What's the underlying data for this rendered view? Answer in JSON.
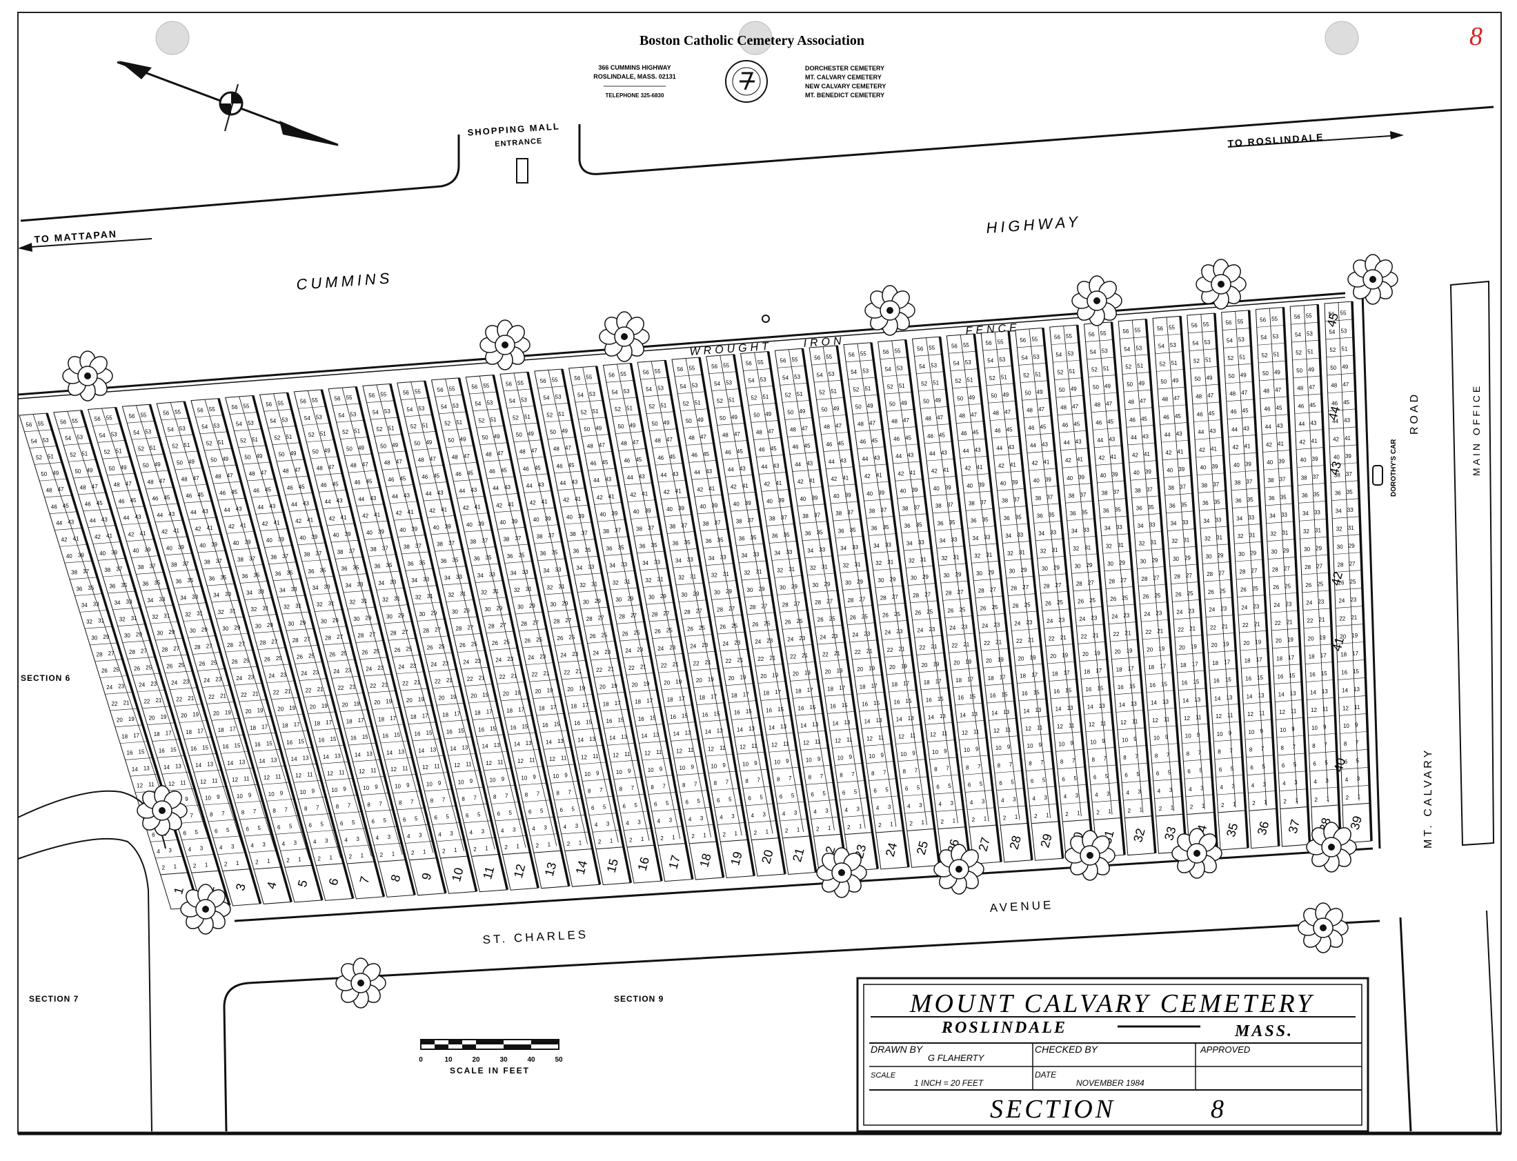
{
  "page_number_mark": "8",
  "letterhead": {
    "association": "Boston Catholic Cemetery Association",
    "address_line1": "366 CUMMINS HIGHWAY",
    "address_line2": "ROSLINDALE, MASS. 02131",
    "telephone": "TELEPHONE 325-6830",
    "cemeteries": [
      "DORCHESTER CEMETERY",
      "MT. CALVARY CEMETERY",
      "NEW CALVARY CEMETERY",
      "MT. BENEDICT CEMETERY"
    ]
  },
  "labels": {
    "shopping_mall": "SHOPPING MALL",
    "entrance": "ENTRANCE",
    "to_roslindale": "TO   ROSLINDALE",
    "to_mattapan": "TO   MATTAPAN",
    "highway": "HIGHWAY",
    "cummins": "CUMMINS",
    "wrought": "WROUGHT",
    "iron": "IRON",
    "fence": "FENCE",
    "road": "ROAD",
    "main_office": "MAIN   OFFICE",
    "dorothys_car": "DOROTHY'S CAR",
    "mt_calvary": "MT.   CALVARY",
    "section6": "SECTION  6",
    "section7": "SECTION     7",
    "section9": "SECTION      9",
    "st_charles": "ST.   CHARLES",
    "avenue": "AVENUE"
  },
  "scale_bar": {
    "ticks": [
      "0",
      "10",
      "20",
      "30",
      "40",
      "50"
    ],
    "caption": "SCALE IN FEET"
  },
  "title_block": {
    "title": "MOUNT  CALVARY  CEMETERY",
    "city": "ROSLINDALE",
    "state": "MASS.",
    "drawn_by_label": "DRAWN BY",
    "drawn_by": "G FLAHERTY",
    "checked_by_label": "CHECKED BY",
    "approved_label": "APPROVED",
    "scale_label": "SCALE",
    "scale_value": "1 INCH = 20 FEET",
    "date_label": "DATE",
    "date_value": "NOVEMBER   1984",
    "section_label": "SECTION",
    "section_number": "8"
  },
  "rows": {
    "bottom_numbers": [
      "1",
      "2",
      "3",
      "4",
      "5",
      "6",
      "7",
      "8",
      "9",
      "10",
      "11",
      "12",
      "13",
      "14",
      "15",
      "16",
      "17",
      "18",
      "19",
      "20",
      "21",
      "22",
      "23",
      "24",
      "25",
      "26",
      "27",
      "28",
      "29",
      "30",
      "31",
      "32",
      "33",
      "34",
      "35",
      "36",
      "37",
      "38",
      "39"
    ],
    "right_numbers": [
      "40",
      "41",
      "42",
      "43",
      "44",
      "45"
    ],
    "lots_per_row": 56
  }
}
